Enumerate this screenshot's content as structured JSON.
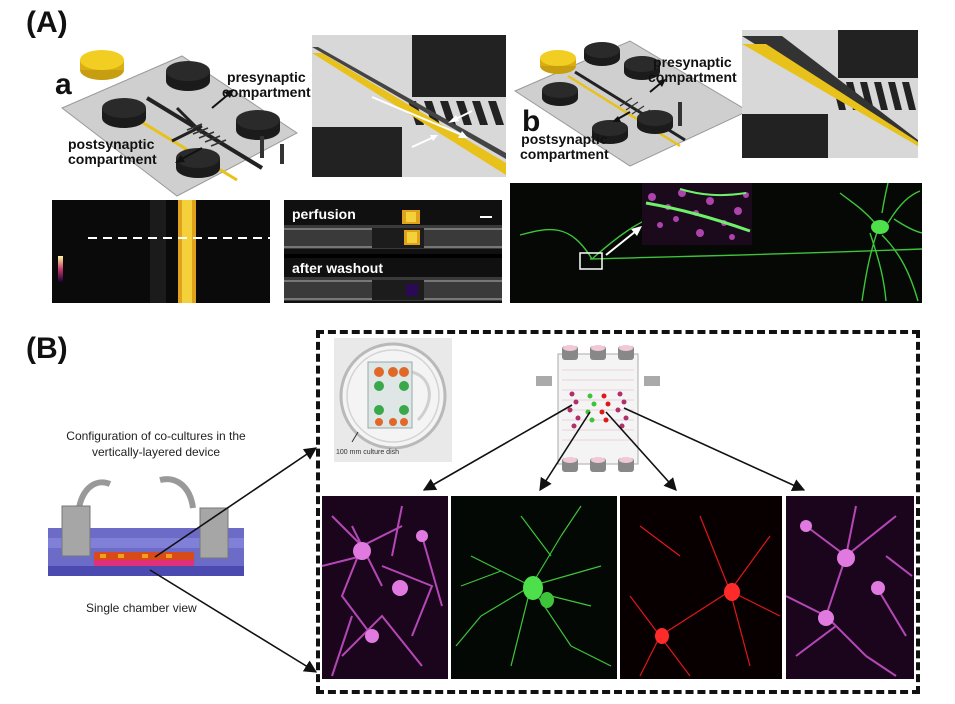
{
  "panel_A": {
    "label": "(A)",
    "sub_a": {
      "label": "a",
      "presynaptic": [
        "presynaptic",
        "compartment"
      ],
      "postsynaptic": [
        "postsynaptic",
        "compartment"
      ]
    },
    "sub_b": {
      "label": "b",
      "presynaptic": [
        "presynaptic",
        "compartment"
      ],
      "postsynaptic": [
        "postsynaptic",
        "compartment"
      ]
    },
    "perfusion_label": "perfusion",
    "washout_label": "after washout"
  },
  "panel_B": {
    "label": "(B)",
    "config_caption": [
      "Configuration of co-cultures in the",
      "vertically-layered device"
    ],
    "chamber_caption": "Single chamber view",
    "dish_caption": "100 mm culture dish"
  },
  "colors": {
    "gold": "#e8c21a",
    "green": "#3ec43a",
    "red": "#e01818",
    "magenta": "#c64fc6"
  }
}
